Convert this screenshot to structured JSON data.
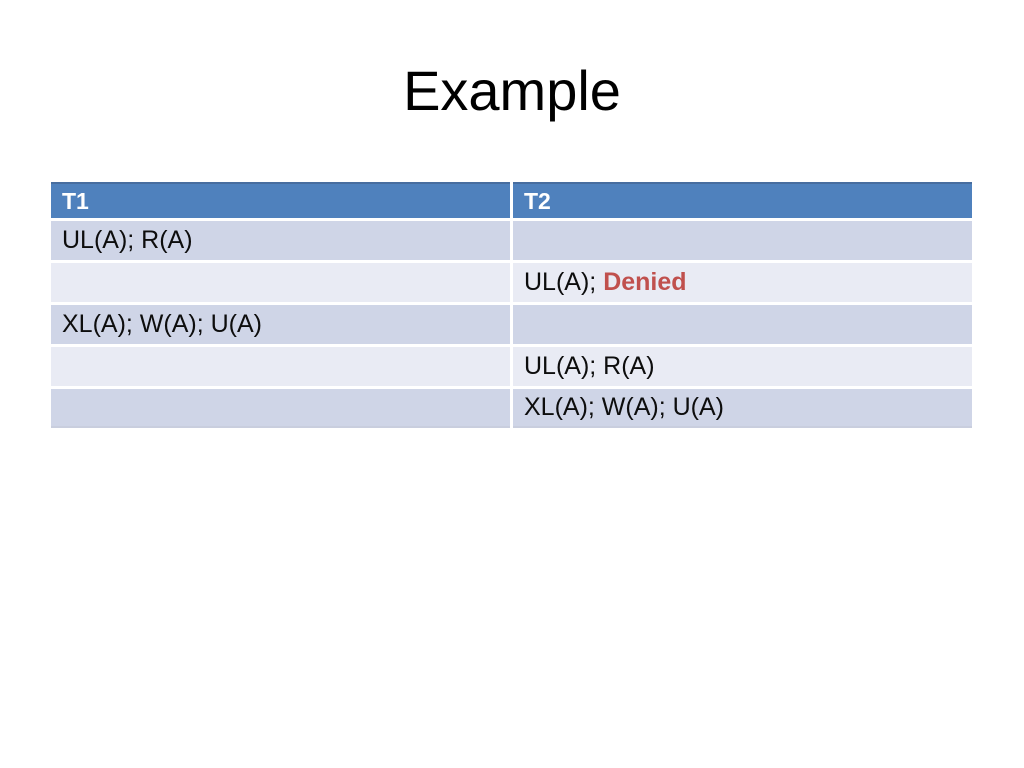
{
  "slide": {
    "title": "Example",
    "background": "#ffffff"
  },
  "table": {
    "headers": [
      "T1",
      "T2"
    ],
    "rows": [
      {
        "t1": "UL(A); R(A)",
        "t2": ""
      },
      {
        "t1": "",
        "t2": "UL(A); ",
        "t2_denied": "Denied"
      },
      {
        "t1": "XL(A); W(A); U(A)",
        "t2": ""
      },
      {
        "t1": "",
        "t2": "UL(A); R(A)"
      },
      {
        "t1": "",
        "t2": "XL(A); W(A); U(A)"
      }
    ],
    "colors": {
      "header_bg": "#4f81bd",
      "header_text": "#ffffff",
      "band_dark": "#cfd5e7",
      "band_light": "#e9ebf4",
      "denied": "#c0504d",
      "text": "#0d0d0d"
    }
  }
}
